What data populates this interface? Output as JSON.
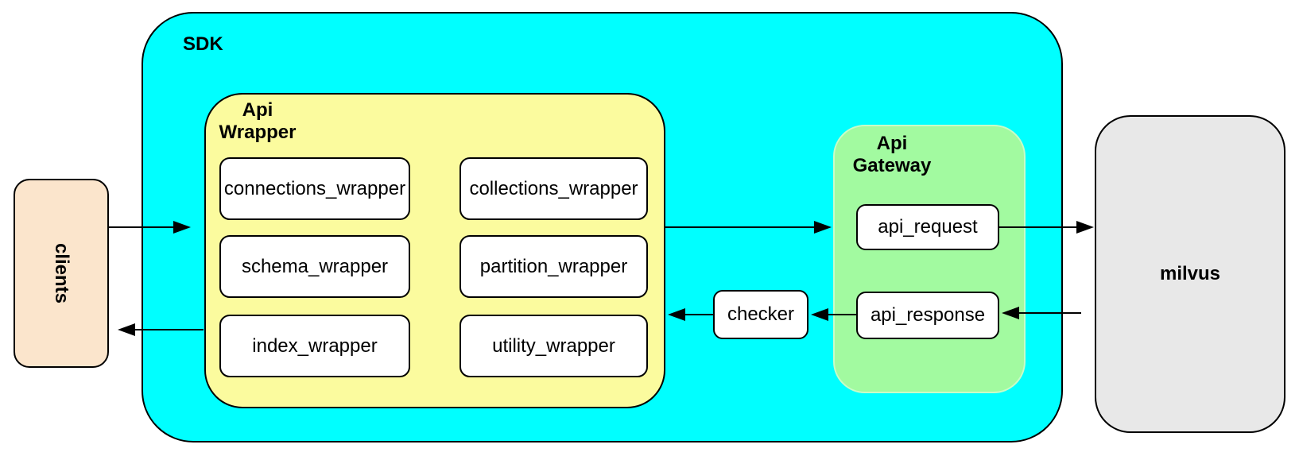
{
  "diagram": {
    "stroke": "#000000",
    "nodes": {
      "clients": {
        "label": "clients",
        "fill": "#FBE5CC"
      },
      "sdk": {
        "label": "SDK",
        "fill": "#00FFFF"
      },
      "api_wrapper": {
        "label": "Api\nWrapper",
        "fill": "#FBFB9E"
      },
      "connections_wrapper": {
        "label": "connections_wrapper",
        "fill": "#FFFFFF"
      },
      "collections_wrapper": {
        "label": "collections_wrapper",
        "fill": "#FFFFFF"
      },
      "schema_wrapper": {
        "label": "schema_wrapper",
        "fill": "#FFFFFF"
      },
      "partition_wrapper": {
        "label": "partition_wrapper",
        "fill": "#FFFFFF"
      },
      "index_wrapper": {
        "label": "index_wrapper",
        "fill": "#FFFFFF"
      },
      "utility_wrapper": {
        "label": "utility_wrapper",
        "fill": "#FFFFFF"
      },
      "checker": {
        "label": "checker",
        "fill": "#FFFFFF"
      },
      "api_gateway": {
        "label": "Api\nGateway",
        "fill": "#A2FAA0"
      },
      "api_request": {
        "label": "api_request",
        "fill": "#FFFFFF"
      },
      "api_response": {
        "label": "api_response",
        "fill": "#FFFFFF"
      },
      "milvus": {
        "label": "milvus",
        "fill": "#E8E8E8"
      }
    },
    "edges": [
      {
        "from": "clients",
        "to": "sdk"
      },
      {
        "from": "api_wrapper",
        "to": "api_request"
      },
      {
        "from": "api_request",
        "to": "milvus"
      },
      {
        "from": "milvus",
        "to": "api_response"
      },
      {
        "from": "api_response",
        "to": "checker"
      },
      {
        "from": "checker",
        "to": "api_wrapper"
      },
      {
        "from": "api_wrapper",
        "to": "clients"
      }
    ]
  }
}
